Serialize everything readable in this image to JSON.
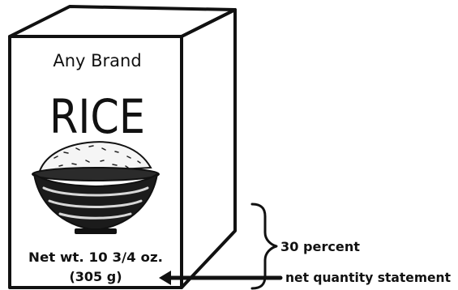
{
  "box": {
    "brand": "Any Brand",
    "product": "RICE",
    "net_weight_line1": "Net wt. 10 3/4 oz.",
    "net_weight_line2": "(305 g)",
    "image_icon": "rice-bowl-icon"
  },
  "annotation": {
    "line1": "30 percent",
    "line2": "net quantity statement"
  },
  "colors": {
    "ink": "#111111",
    "background": "#ffffff"
  }
}
